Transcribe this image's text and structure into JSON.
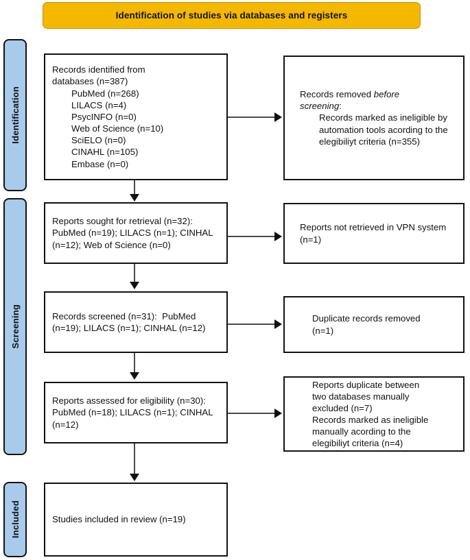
{
  "header": {
    "title": "Identification of studies via databases and registers",
    "background_color": "#F5B800",
    "border_color": "#C98F0A"
  },
  "stages": [
    {
      "id": "identification",
      "label": "Identification"
    },
    {
      "id": "screening",
      "label": "Screening"
    },
    {
      "id": "included",
      "label": "Included"
    }
  ],
  "stage_style": {
    "background_color": "#A8CBEC",
    "border_color": "#111111"
  },
  "boxes": {
    "records_identified": {
      "line1": "Records identified from",
      "line2": "databases (n=387)",
      "sources": [
        "PubMed (n=268)",
        "LILACS (n=4)",
        "PsycINFO (n=0)",
        "Web of Science (n=10)",
        "SciELO (n=0)",
        "CINAHL (n=105)",
        "Embase (n=0)"
      ]
    },
    "records_removed": {
      "heading_plain": "Records removed ",
      "heading_italic_1": "before",
      "heading_italic_2": "screening",
      "heading_colon": ":",
      "detail": "Records marked as ineligible by automation tools acording to the elegibiliyt criteria (n=355)"
    },
    "reports_sought": {
      "text": "Reports sought for retrieval (n=32): PubMed (n=19); LILACS (n=1); CINHAL (n=12); Web of Science (n=0)"
    },
    "reports_not_retrieved": {
      "text": "Reports not retrieved in VPN system (n=1)"
    },
    "records_screened": {
      "text": "Records screened (n=31):  PubMed (n=19); LILACS (n=1); CINHAL (n=12)"
    },
    "duplicate_records_removed": {
      "text": "Duplicate records removed (n=1)"
    },
    "reports_assessed": {
      "text": "Reports assessed for eligibility (n=30): PubMed (n=18); LILACS (n=1); CINHAL (n=12)"
    },
    "reports_excluded": {
      "text": "Reports duplicate between two databases manually excluded (n=7)\nRecords marked as ineligible manually acording to the elegibiliyt criteria (n=4)"
    },
    "studies_included": {
      "text": "Studies included in review (n=19)"
    }
  }
}
